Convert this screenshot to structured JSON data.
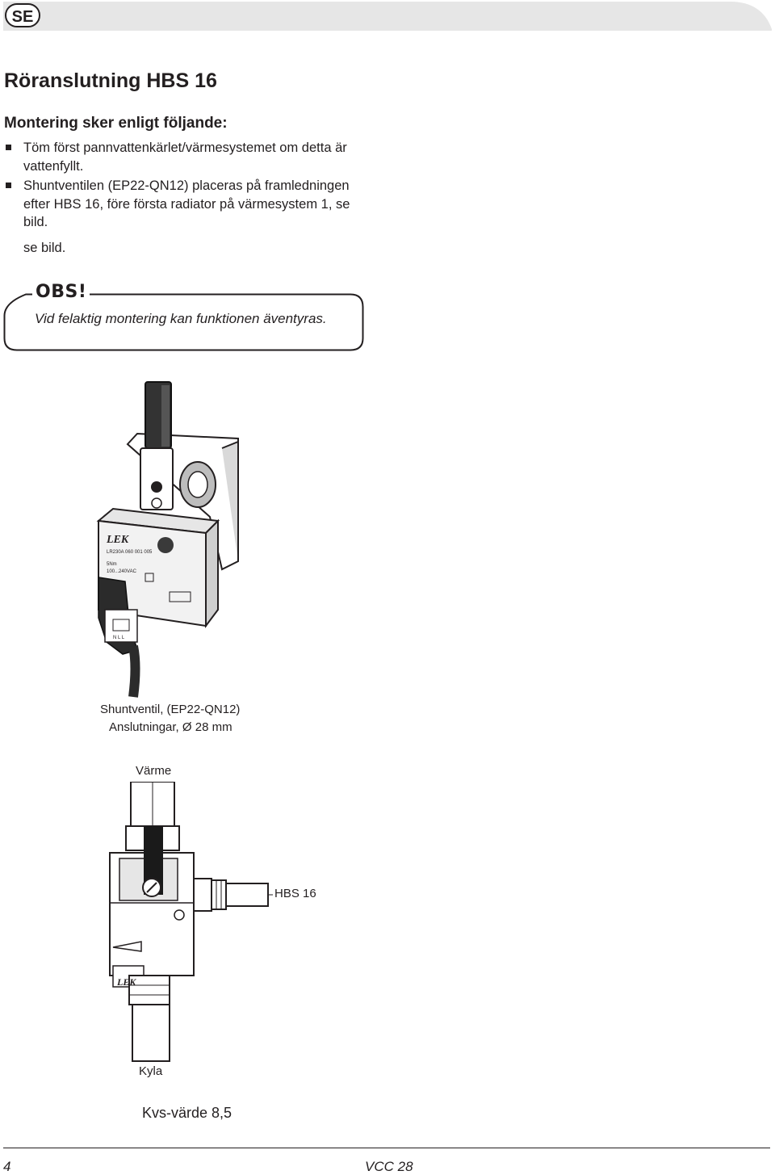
{
  "header": {
    "language": "SE"
  },
  "page_title": "Röranslutning HBS 16",
  "section_title": "Montering sker enligt följande:",
  "bullets": [
    "Töm först pannvattenkärlet/värmesystemet om detta är vattenfyllt.",
    "Shuntventilen (EP22-QN12) placeras på framledningen efter HBS 16, före första radiator på värmesystem 1, se bild."
  ],
  "extra_line": "se bild.",
  "notice": {
    "heading": "OBS!",
    "text": "Vid felaktig montering kan funktionen äventyras."
  },
  "figure": {
    "actuator_brand": "LEK",
    "actuator_model": "LR230A 060 001  005",
    "actuator_spec1": "5Nm",
    "actuator_spec2": "100...240VAC",
    "terminal_labels": "N  L  L",
    "caption_line1": "Shuntventil,   (EP22-QN12)",
    "caption_line2": "Anslutningar, Ø   28 mm",
    "label_top": "Värme",
    "label_side": "HBS 16",
    "label_bottom": "Kyla",
    "lower_brand": "LEK",
    "kvs": "Kvs-värde 8,5"
  },
  "footer": {
    "page_number": "4",
    "model": "VCC 28"
  }
}
